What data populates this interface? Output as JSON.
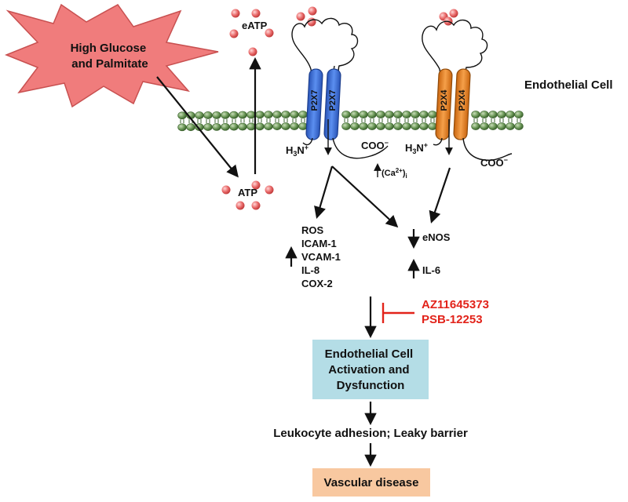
{
  "stimulus": "High Glucose\nand Palmitate",
  "cell_label": "Endothelial Cell",
  "eatp_label": "eATP",
  "atp_label": "ATP",
  "p2x7": {
    "helix_label": "P2X7",
    "n_term": "H3N+",
    "c_term": "COO−"
  },
  "p2x4": {
    "helix_label": "P2X4",
    "n_term": "H3N+",
    "c_term": "COO−"
  },
  "calcium": "(Ca2+)i",
  "left_markers": [
    "ROS",
    "ICAM-1",
    "VCAM-1",
    "IL-8",
    "COX-2"
  ],
  "right_markers": [
    "eNOS",
    "IL-6"
  ],
  "inhibitors": [
    "AZ11645373",
    "PSB-12253"
  ],
  "activation_box": "Endothelial Cell\nActivation and\nDysfunction",
  "outcome": "Leukocyte adhesion; Leaky barrier",
  "disease_box": "Vascular disease",
  "colors": {
    "p2x7": "#3b6fd8",
    "p2x4": "#e8841c",
    "activation_box": "#b4dde6",
    "disease_box": "#f8c8a0",
    "inhibitor": "#e2231a",
    "starburst": "#f08080",
    "membrane": "#5f8a4e",
    "atp_ball": "#e96a6a"
  }
}
